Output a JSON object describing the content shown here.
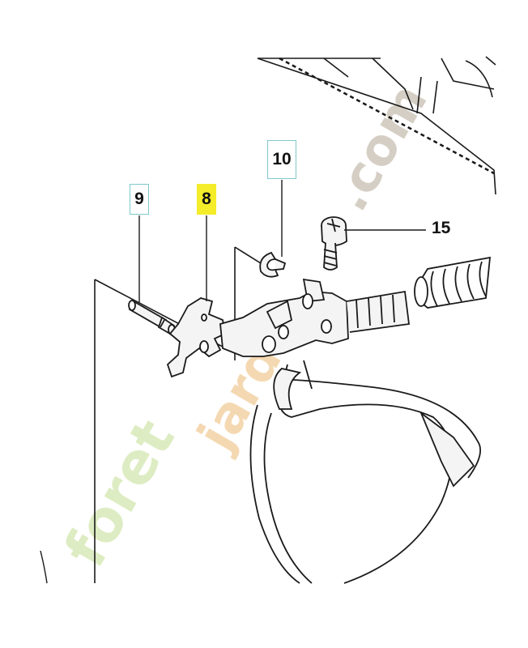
{
  "callouts": [
    {
      "id": "9",
      "label": "9",
      "highlighted": false
    },
    {
      "id": "8",
      "label": "8",
      "highlighted": true
    },
    {
      "id": "10",
      "label": "10",
      "highlighted": false
    },
    {
      "id": "15",
      "label": "15",
      "highlighted": false
    }
  ],
  "watermark": {
    "text": "foretjardin.com",
    "colors": {
      "foret": "#d4e7b0",
      "jardin": "#f4d2a6",
      "com": "#cfc7bb"
    }
  },
  "colors": {
    "line": "#1a1a1a",
    "callout_border": "#7fc8cc",
    "highlight": "#f5ec2a"
  }
}
